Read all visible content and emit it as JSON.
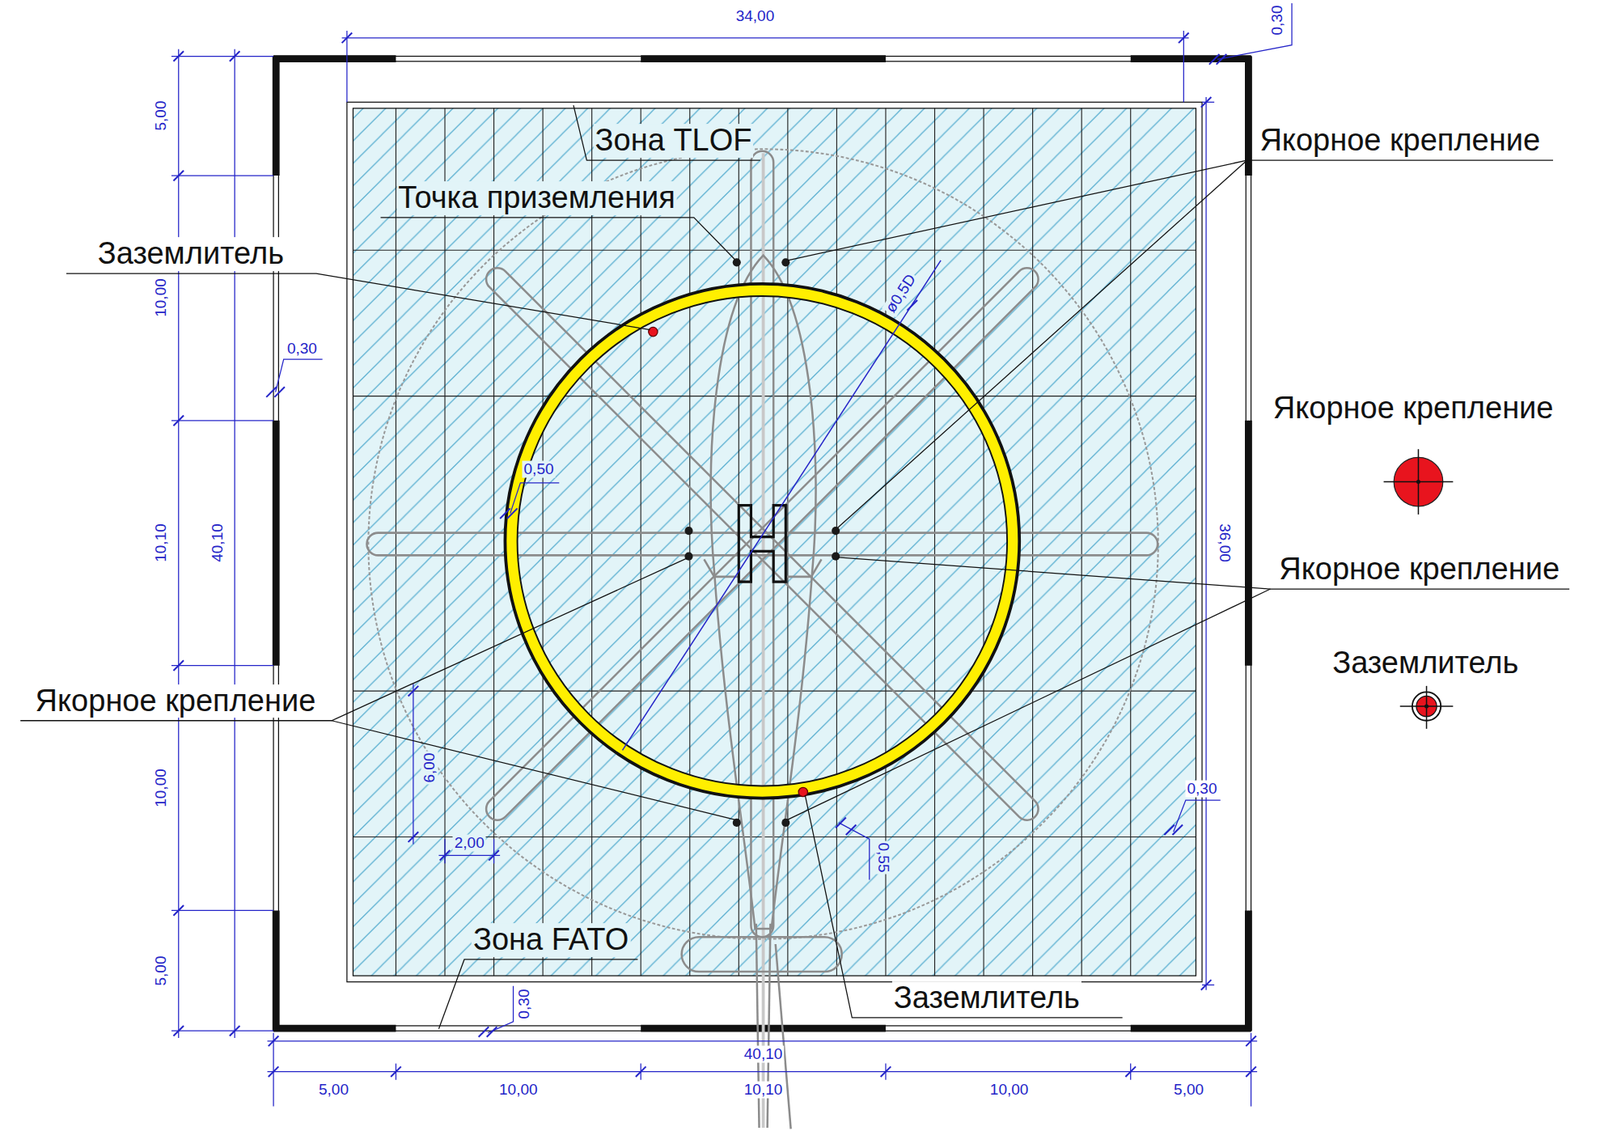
{
  "diagram": {
    "labels": [
      "34,00",
      "0,30",
      "5,00",
      "10,00",
      "10,10",
      "40,10",
      "10,00",
      "5,00",
      "0,30",
      "Зона TLOF",
      "Точка приземления",
      "Заземлитель",
      "Якорное крепление",
      "ø0,5D",
      "0,50",
      "36,00",
      "Якорное крепление",
      "Якорное крепление",
      "6,00",
      "0,30",
      "2,00",
      "0,55",
      "Зона FATO",
      "0,30",
      "Заземлитель",
      "40,10",
      "5,00",
      "10,00",
      "10,10",
      "10,00",
      "5,00"
    ],
    "legend": [
      {
        "text": "Якорное крепление"
      },
      {
        "text": "Заземлитель"
      }
    ]
  }
}
